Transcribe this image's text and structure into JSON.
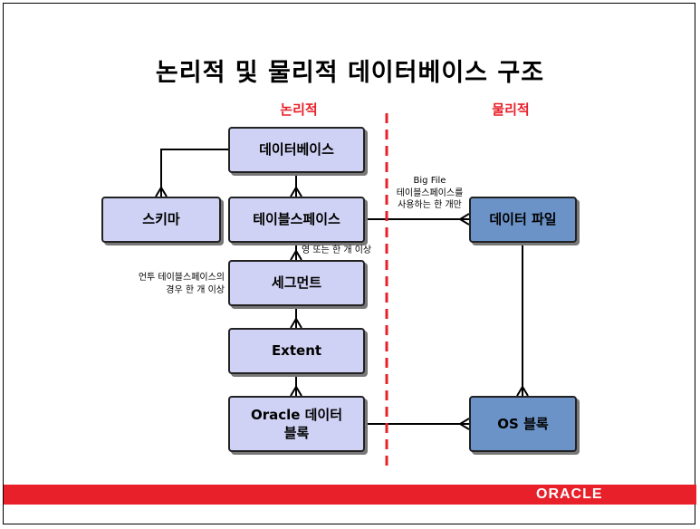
{
  "title": "논리적 및 물리적 데이터베이스 구조",
  "sections": {
    "logical": "논리적",
    "physical": "물리적"
  },
  "boxes": {
    "database": "데이터베이스",
    "schema": "스키마",
    "tablespace": "테이블스페이스",
    "segment": "세그먼트",
    "extent": "Extent",
    "oracle_block_line1": "Oracle 데이터",
    "oracle_block_line2": "블록",
    "datafile": "데이터 파일",
    "os_block": "OS 블록"
  },
  "notes": {
    "bigfile_line1": "Big File",
    "bigfile_line2": "테이블스페이스를",
    "bigfile_line3": "사용하는 한 개만",
    "zero_or_more": "영 또는 한 개 이상",
    "partitioned_line1": "언투 테이블스페이스의",
    "partitioned_line2": "경우 한 개 이상"
  },
  "brand": {
    "logo_text": "ORACLE",
    "accent": "#e8202a",
    "logical_fill": "#cfd2f4",
    "physical_fill": "#6b93c8"
  }
}
